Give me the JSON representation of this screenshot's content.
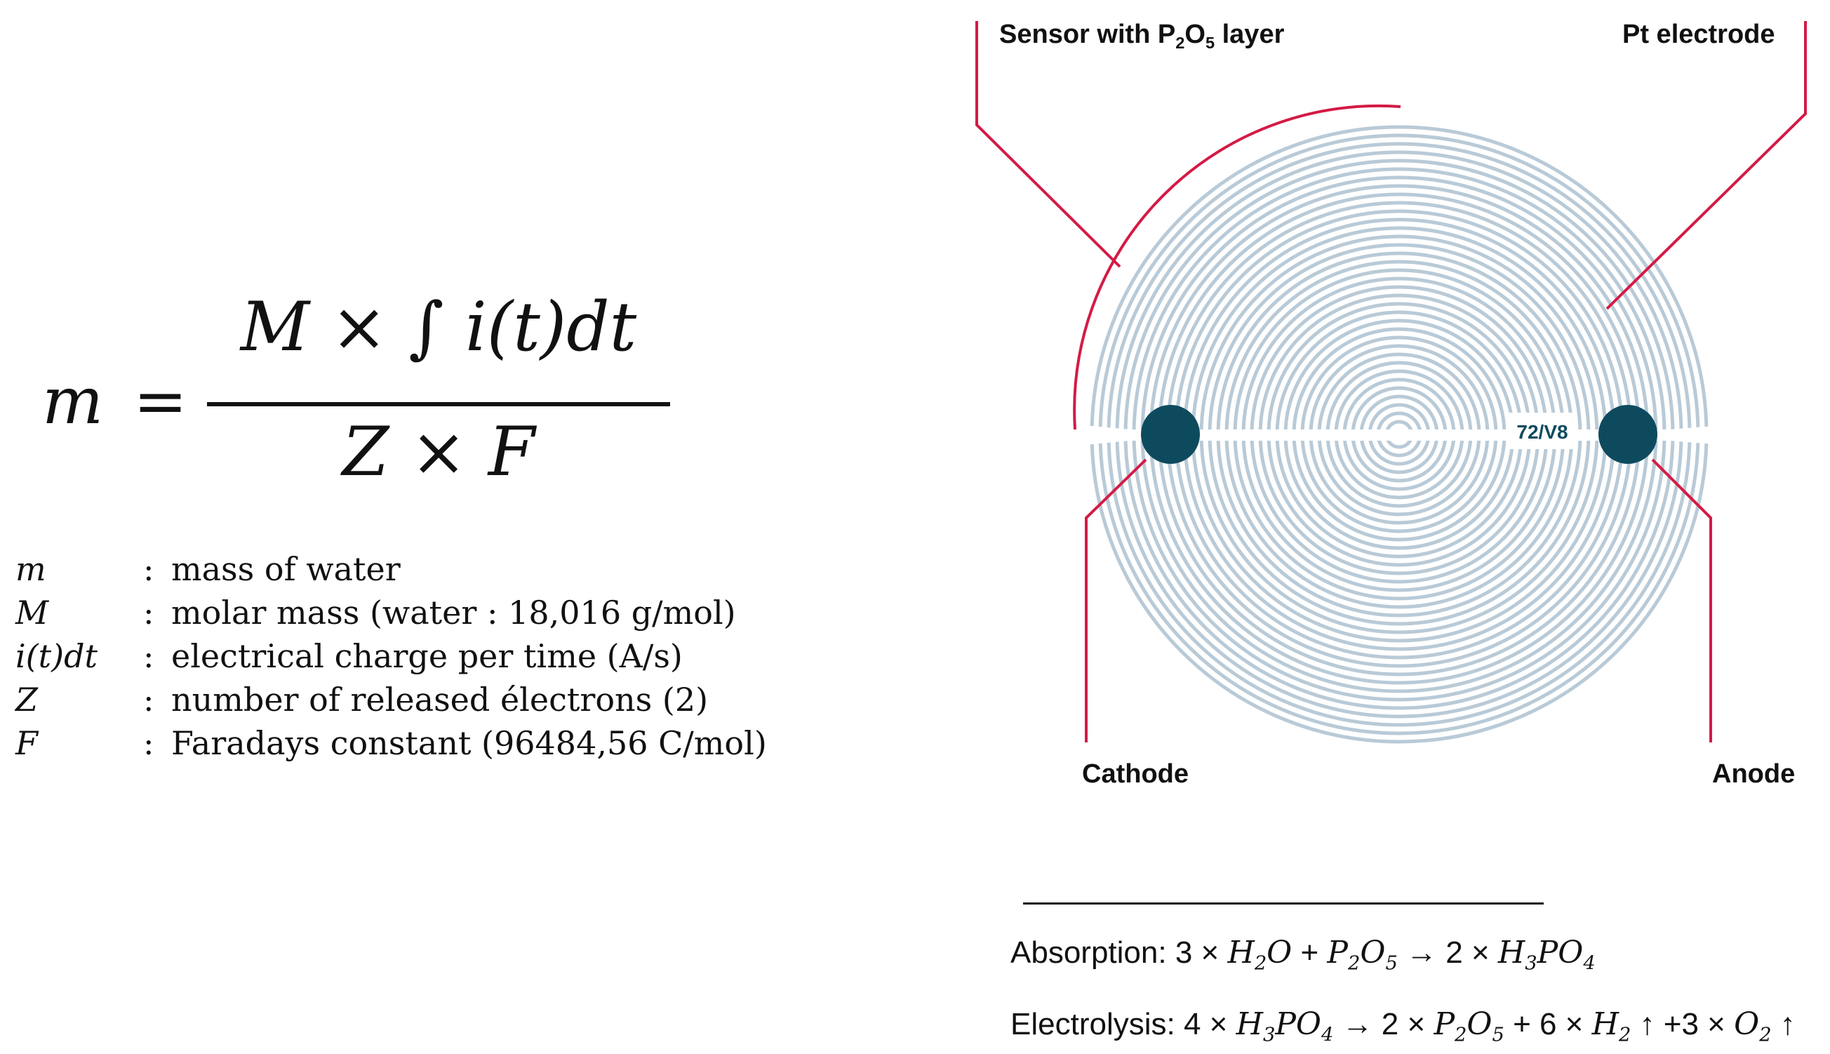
{
  "formula": {
    "lhs": "m",
    "equals": "=",
    "numerator": "M × ∫ i(t)dt",
    "denominator": "Z × F"
  },
  "legend": [
    {
      "symbol": "m",
      "description": "mass of water"
    },
    {
      "symbol": "M",
      "description": "molar mass (water : 18,016 g/mol)"
    },
    {
      "symbol": "i(t)dt",
      "description": "electrical charge per time (A/s)"
    },
    {
      "symbol": "Z",
      "description": "number of released électrons (2)"
    },
    {
      "symbol": "F",
      "description": "Faradays constant (96484,56 C/mol)"
    }
  ],
  "legend_separator": ":",
  "diagram": {
    "label_sensor_prefix": "Sensor with P",
    "label_sensor_sub1": "2",
    "label_sensor_o": "O",
    "label_sensor_sub2": "5",
    "label_sensor_suffix": " layer",
    "label_pt": "Pt electrode",
    "label_cathode": "Cathode",
    "label_anode": "Anode",
    "chip_code": "72/V8",
    "colors": {
      "rings": "#b9cad7",
      "electrodes": "#0e4a5e",
      "leader_lines": "#d41a45"
    }
  },
  "equations": {
    "absorption_label": "Absorption:",
    "absorption": [
      "3 × ",
      "H",
      "2",
      "O",
      " + ",
      "P",
      "2",
      "O",
      "5",
      " → 2 × ",
      "H",
      "3",
      "PO",
      "4"
    ],
    "electrolysis_label": "Electrolysis:",
    "electrolysis": [
      "4 × ",
      "H",
      "3",
      "PO",
      "4",
      " → 2 × ",
      "P",
      "2",
      "O",
      "5",
      " + 6 × ",
      "H",
      "2",
      " ↑ +3 × ",
      "O",
      "2",
      " ↑"
    ]
  }
}
